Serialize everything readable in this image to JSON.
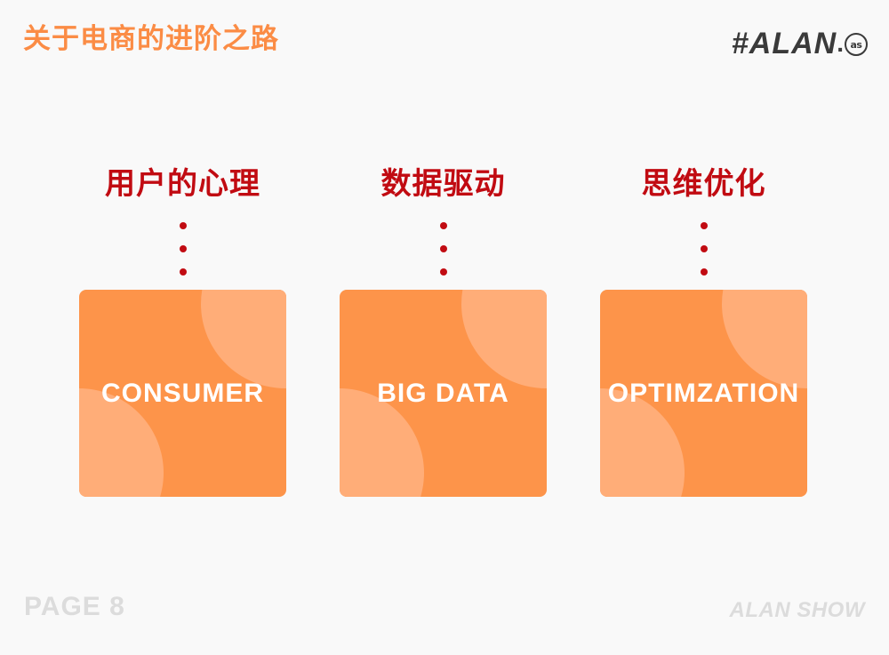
{
  "header": {
    "title": "关于电商的进阶之路",
    "brand_text": "#ALAN",
    "brand_dot": ".",
    "brand_badge": "as"
  },
  "columns": [
    {
      "title": "用户的心理",
      "card_label": "CONSUMER"
    },
    {
      "title": "数据驱动",
      "card_label": "BIG DATA"
    },
    {
      "title": "思维优化",
      "card_label": "OPTIMZATION"
    }
  ],
  "footer": {
    "page_number": "PAGE 8",
    "brand": "ALAN SHOW"
  },
  "colors": {
    "accent_orange": "#fb8c45",
    "card_orange": "#fd944a",
    "card_highlight": "#ffad78",
    "title_red": "#c10b12",
    "footer_gray": "#dcdcdc",
    "background": "#f9f9f9"
  }
}
